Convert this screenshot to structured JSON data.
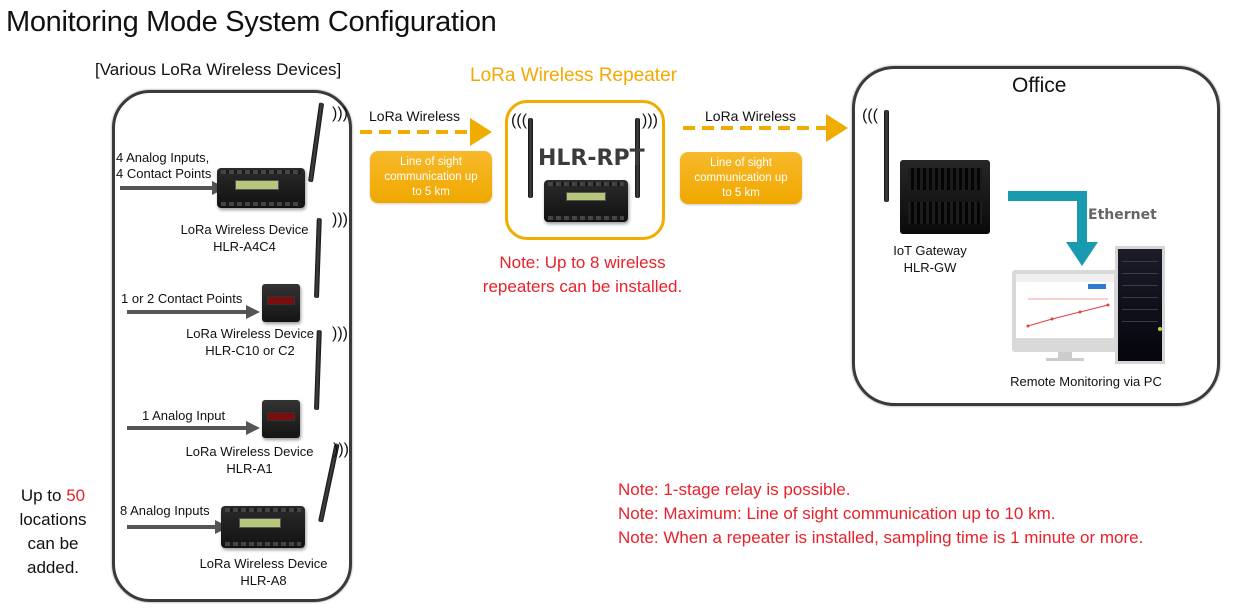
{
  "title": "Monitoring Mode System Configuration",
  "devices_group": {
    "label": "[Various LoRa Wireless Devices]",
    "devices": [
      {
        "input": "4 Analog Inputs,\n4 Contact Points",
        "input_line1": "4 Analog Inputs,",
        "input_line2": "4 Contact Points",
        "name": "LoRa Wireless Device",
        "model": "HLR-A4C4"
      },
      {
        "input": "1 or 2 Contact Points",
        "name": "LoRa Wireless Device",
        "model": "HLR-C10 or C2"
      },
      {
        "input": "1 Analog Input",
        "name": "LoRa Wireless Device",
        "model": "HLR-A1"
      },
      {
        "input": "8 Analog Inputs",
        "name": "LoRa Wireless Device",
        "model": "HLR-A8"
      }
    ],
    "capacity": {
      "prefix": "Up to",
      "count": "50",
      "line2": "locations",
      "line3": "can be",
      "line4": "added."
    }
  },
  "links": [
    {
      "label": "LoRa Wireless",
      "range_line1": "Line of sight",
      "range_line2": "communication up",
      "range_line3": "to 5 km"
    },
    {
      "label": "LoRa Wireless",
      "range_line1": "Line of sight",
      "range_line2": "communication up",
      "range_line3": "to 5 km"
    }
  ],
  "repeater": {
    "title": "LoRa Wireless Repeater",
    "model": "HLR-RPT",
    "note_line1": "Note: Up to 8 wireless",
    "note_line2": "repeaters can be installed."
  },
  "office": {
    "title": "Office",
    "gateway_name": "IoT Gateway",
    "gateway_model": "HLR-GW",
    "connection": "Ethernet",
    "pc_caption": "Remote Monitoring via PC"
  },
  "notes": [
    "Note: 1-stage relay is possible.",
    "Note: Maximum: Line of sight communication up to 10 km.",
    "Note: When a repeater is installed, sampling time is 1 minute or more."
  ],
  "colors": {
    "accent_orange": "#f0ad00",
    "note_red": "#e8212a",
    "ethernet_teal": "#1a9aae"
  },
  "icons": [
    "wireless-signal-icon",
    "arrow-right-icon",
    "arrow-down-icon"
  ]
}
